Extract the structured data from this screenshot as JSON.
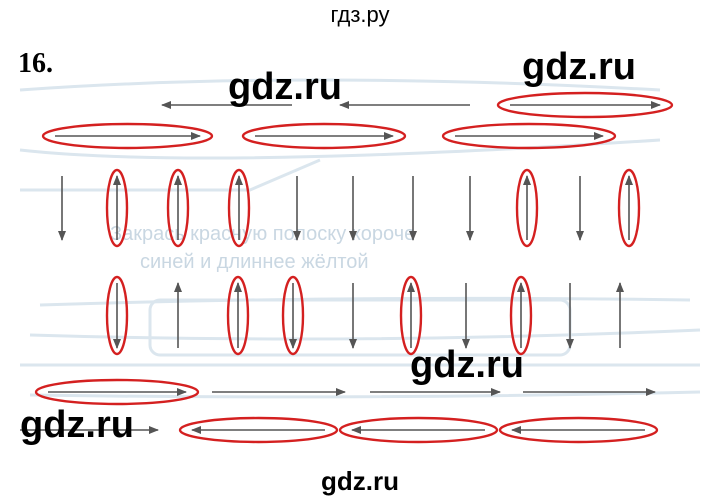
{
  "header": {
    "site_name": "гдз.ру"
  },
  "task": {
    "number": "16."
  },
  "watermarks": [
    "gdz.ru",
    "gdz.ru",
    "gdz.ru",
    "gdz.ru"
  ],
  "footer": {
    "site_name": "gdz.ru"
  },
  "background_text": {
    "line1": "Закрась красную полоску короче",
    "line2": "синей и длиннее жёлтой"
  },
  "arrows": {
    "horizontal_rows": [
      [
        {
          "direction": "left",
          "circled": false
        },
        {
          "direction": "left",
          "circled": false
        },
        {
          "direction": "right",
          "circled": true
        }
      ],
      [
        {
          "direction": "right",
          "circled": true
        },
        {
          "direction": "right",
          "circled": true
        },
        {
          "direction": "right",
          "circled": true
        }
      ],
      [
        {
          "direction": "right",
          "circled": true
        },
        {
          "direction": "right",
          "circled": false
        },
        {
          "direction": "right",
          "circled": false
        },
        {
          "direction": "right",
          "circled": false
        }
      ],
      [
        {
          "direction": "right",
          "circled": false
        },
        {
          "direction": "left",
          "circled": true
        },
        {
          "direction": "left",
          "circled": true
        },
        {
          "direction": "left",
          "circled": true
        }
      ]
    ],
    "vertical_rows": [
      [
        "down",
        "up",
        "up",
        "up",
        "down",
        "down",
        "down",
        "down",
        "up",
        "down",
        "up"
      ],
      [
        "down",
        "up",
        "up",
        "down",
        "down",
        "up",
        "down",
        "up",
        "down",
        "up"
      ]
    ],
    "vertical_circled": [
      [
        false,
        true,
        true,
        true,
        false,
        false,
        false,
        false,
        true,
        false,
        true
      ],
      [
        true,
        false,
        true,
        true,
        false,
        true,
        false,
        true,
        false,
        false
      ]
    ]
  },
  "colors": {
    "arrow": "#555555",
    "circle": "#d42020",
    "background_print": "#dbe6ee"
  }
}
